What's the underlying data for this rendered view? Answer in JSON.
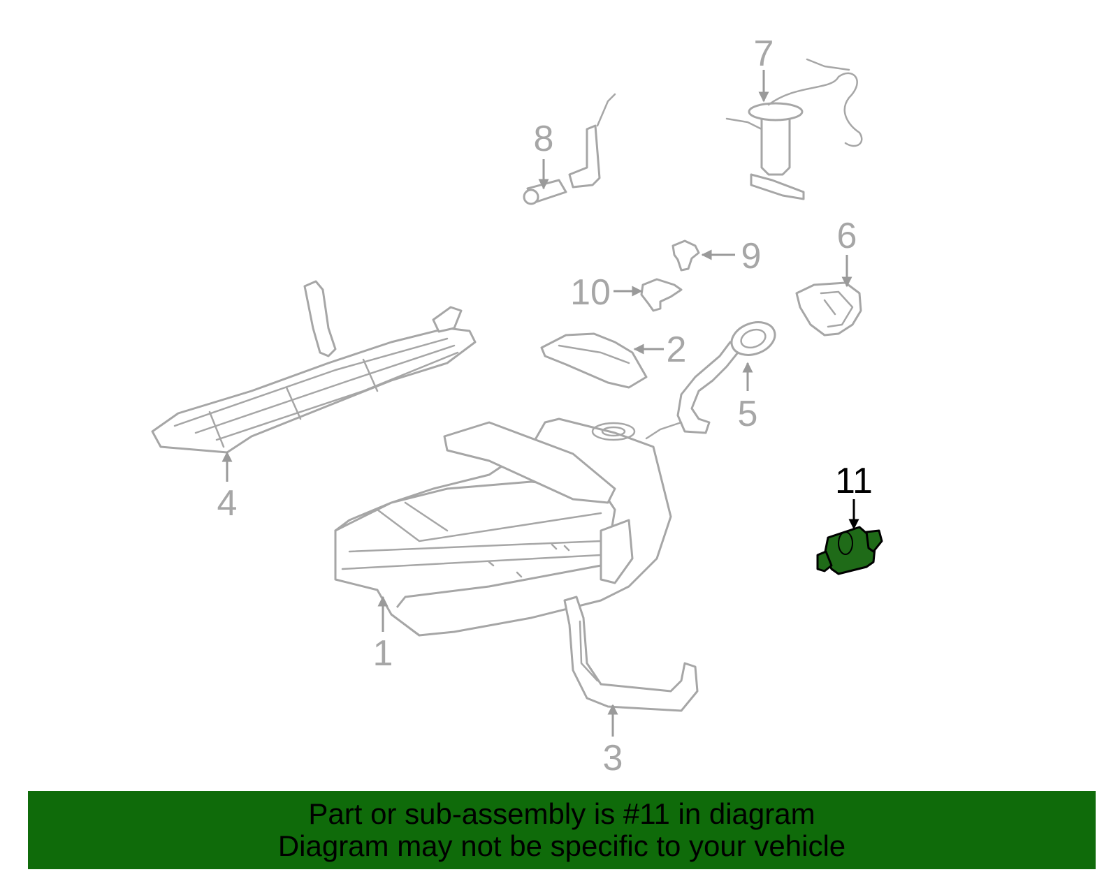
{
  "callouts": {
    "c1": "1",
    "c2": "2",
    "c3": "3",
    "c4": "4",
    "c5": "5",
    "c6": "6",
    "c7": "7",
    "c8": "8",
    "c9": "9",
    "c10": "10",
    "c11": "11"
  },
  "highlight_color": "#1f6b18",
  "banner": {
    "line1": "Part or sub-assembly is #11 in diagram",
    "line2": "Diagram may not be specific to your vehicle",
    "background": "#0f6b0a"
  }
}
